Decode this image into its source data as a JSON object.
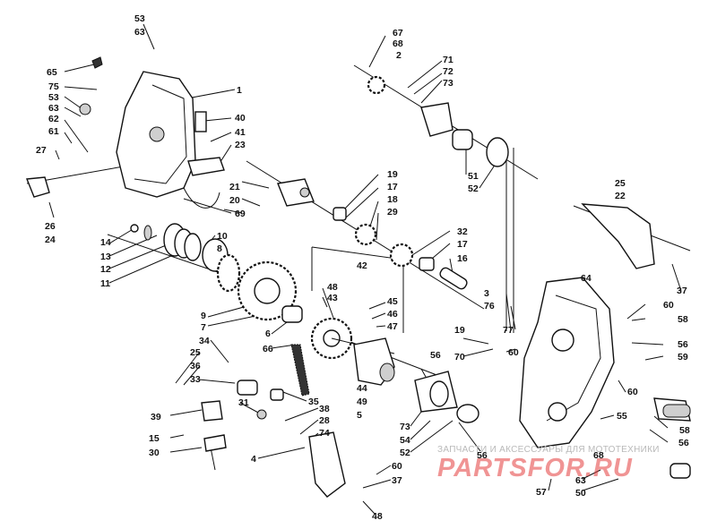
{
  "diagram": {
    "labels": [
      {
        "id": "l53a",
        "text": "53"
      },
      {
        "id": "l63a",
        "text": "63"
      },
      {
        "id": "l65",
        "text": "65"
      },
      {
        "id": "l75",
        "text": "75"
      },
      {
        "id": "l53b",
        "text": "53"
      },
      {
        "id": "l63b",
        "text": "63"
      },
      {
        "id": "l62",
        "text": "62"
      },
      {
        "id": "l61",
        "text": "61"
      },
      {
        "id": "l27",
        "text": "27"
      },
      {
        "id": "l1",
        "text": "1"
      },
      {
        "id": "l40",
        "text": "40"
      },
      {
        "id": "l41",
        "text": "41"
      },
      {
        "id": "l23",
        "text": "23"
      },
      {
        "id": "l21",
        "text": "21"
      },
      {
        "id": "l20",
        "text": "20"
      },
      {
        "id": "l69",
        "text": "69"
      },
      {
        "id": "l26",
        "text": "26"
      },
      {
        "id": "l24",
        "text": "24"
      },
      {
        "id": "l67",
        "text": "67"
      },
      {
        "id": "l68",
        "text": "68"
      },
      {
        "id": "l2",
        "text": "2"
      },
      {
        "id": "l71",
        "text": "71"
      },
      {
        "id": "l72",
        "text": "72"
      },
      {
        "id": "l73a",
        "text": "73"
      },
      {
        "id": "l51",
        "text": "51"
      },
      {
        "id": "l52a",
        "text": "52"
      },
      {
        "id": "l19a",
        "text": "19"
      },
      {
        "id": "l17a",
        "text": "17"
      },
      {
        "id": "l18",
        "text": "18"
      },
      {
        "id": "l29",
        "text": "29"
      },
      {
        "id": "l32",
        "text": "32"
      },
      {
        "id": "l17b",
        "text": "17"
      },
      {
        "id": "l16",
        "text": "16"
      },
      {
        "id": "l25a",
        "text": "25"
      },
      {
        "id": "l22",
        "text": "22"
      },
      {
        "id": "l14",
        "text": "14"
      },
      {
        "id": "l13",
        "text": "13"
      },
      {
        "id": "l12",
        "text": "12"
      },
      {
        "id": "l11",
        "text": "11"
      },
      {
        "id": "l10",
        "text": "10"
      },
      {
        "id": "l8",
        "text": "8"
      },
      {
        "id": "l42",
        "text": "42"
      },
      {
        "id": "l64",
        "text": "64"
      },
      {
        "id": "l37a",
        "text": "37"
      },
      {
        "id": "l9",
        "text": "9"
      },
      {
        "id": "l7",
        "text": "7"
      },
      {
        "id": "l48a",
        "text": "48"
      },
      {
        "id": "l43",
        "text": "43"
      },
      {
        "id": "l45",
        "text": "45"
      },
      {
        "id": "l46",
        "text": "46"
      },
      {
        "id": "l47",
        "text": "47"
      },
      {
        "id": "l3",
        "text": "3"
      },
      {
        "id": "l76",
        "text": "76"
      },
      {
        "id": "l60a",
        "text": "60"
      },
      {
        "id": "l58a",
        "text": "58"
      },
      {
        "id": "l6",
        "text": "6"
      },
      {
        "id": "l66",
        "text": "66"
      },
      {
        "id": "l34",
        "text": "34"
      },
      {
        "id": "l19b",
        "text": "19"
      },
      {
        "id": "l77",
        "text": "77"
      },
      {
        "id": "l56a",
        "text": "56"
      },
      {
        "id": "l59",
        "text": "59"
      },
      {
        "id": "l70",
        "text": "70"
      },
      {
        "id": "l60b",
        "text": "60"
      },
      {
        "id": "l56b",
        "text": "56"
      },
      {
        "id": "l25b",
        "text": "25"
      },
      {
        "id": "l36",
        "text": "36"
      },
      {
        "id": "l33",
        "text": "33"
      },
      {
        "id": "l44",
        "text": "44"
      },
      {
        "id": "l49",
        "text": "49"
      },
      {
        "id": "l5",
        "text": "5"
      },
      {
        "id": "l60c",
        "text": "60"
      },
      {
        "id": "l35",
        "text": "35"
      },
      {
        "id": "l55",
        "text": "55"
      },
      {
        "id": "l39",
        "text": "39"
      },
      {
        "id": "l31",
        "text": "31"
      },
      {
        "id": "l38",
        "text": "38"
      },
      {
        "id": "l28",
        "text": "28"
      },
      {
        "id": "l74",
        "text": "74"
      },
      {
        "id": "l73b",
        "text": "73"
      },
      {
        "id": "l54",
        "text": "54"
      },
      {
        "id": "l52b",
        "text": "52"
      },
      {
        "id": "l58b",
        "text": "58"
      },
      {
        "id": "l15",
        "text": "15"
      },
      {
        "id": "l30",
        "text": "30"
      },
      {
        "id": "l4",
        "text": "4"
      },
      {
        "id": "l56c",
        "text": "56"
      },
      {
        "id": "l56d",
        "text": "56"
      },
      {
        "id": "l68b",
        "text": "68"
      },
      {
        "id": "l60d",
        "text": "60"
      },
      {
        "id": "l37b",
        "text": "37"
      },
      {
        "id": "l63c",
        "text": "63"
      },
      {
        "id": "l57",
        "text": "57"
      },
      {
        "id": "l50",
        "text": "50"
      },
      {
        "id": "l48b",
        "text": "48"
      }
    ]
  },
  "watermark": {
    "subtitle": "ЗАПЧАСТИ И АКСЕССУАРЫ ДЛЯ МОТОТЕХНИКИ",
    "logo": "PARTSFOR.RU"
  }
}
